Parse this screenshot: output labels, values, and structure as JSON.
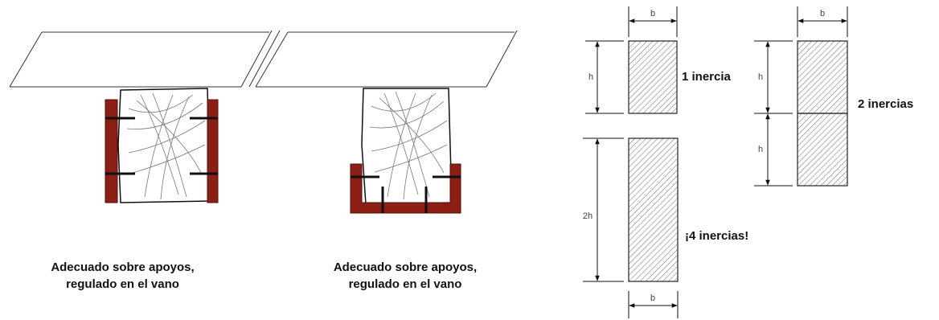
{
  "captions": {
    "left": {
      "line1": "Adecuado sobre apoyos,",
      "line2": "regulado en el vano"
    },
    "right": {
      "line1": "Adecuado sobre apoyos,",
      "line2": "regulado en el vano"
    }
  },
  "sections": {
    "single": {
      "label": "1 inercia",
      "height_dim": "h",
      "width_dim": "b"
    },
    "stacked": {
      "label": "2 inercias",
      "upper_dim": "h",
      "lower_dim": "h",
      "width_dim": "b"
    },
    "double": {
      "label": "¡4 inercias!",
      "height_dim": "2h",
      "width_dim": "b"
    }
  },
  "colors": {
    "steel_plate": "#8b1f14",
    "line": "#222222",
    "hatch": "#555555"
  }
}
